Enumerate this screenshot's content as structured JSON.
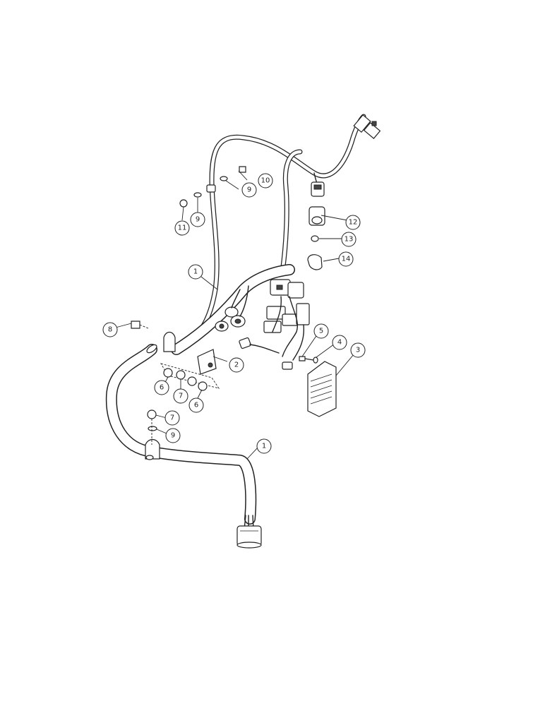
{
  "callouts": [
    {
      "id": "c1a",
      "label": "1"
    },
    {
      "id": "c1b",
      "label": "1"
    },
    {
      "id": "c2",
      "label": "2"
    },
    {
      "id": "c3",
      "label": "3"
    },
    {
      "id": "c4",
      "label": "4"
    },
    {
      "id": "c5",
      "label": "5"
    },
    {
      "id": "c6a",
      "label": "6"
    },
    {
      "id": "c6b",
      "label": "6"
    },
    {
      "id": "c7a",
      "label": "7"
    },
    {
      "id": "c7b",
      "label": "7"
    },
    {
      "id": "c8",
      "label": "8"
    },
    {
      "id": "c9a",
      "label": "9"
    },
    {
      "id": "c9b",
      "label": "9"
    },
    {
      "id": "c9c",
      "label": "9"
    },
    {
      "id": "c10",
      "label": "10"
    },
    {
      "id": "c11",
      "label": "11"
    },
    {
      "id": "c12",
      "label": "12"
    },
    {
      "id": "c13",
      "label": "13"
    },
    {
      "id": "c14",
      "label": "14"
    }
  ]
}
